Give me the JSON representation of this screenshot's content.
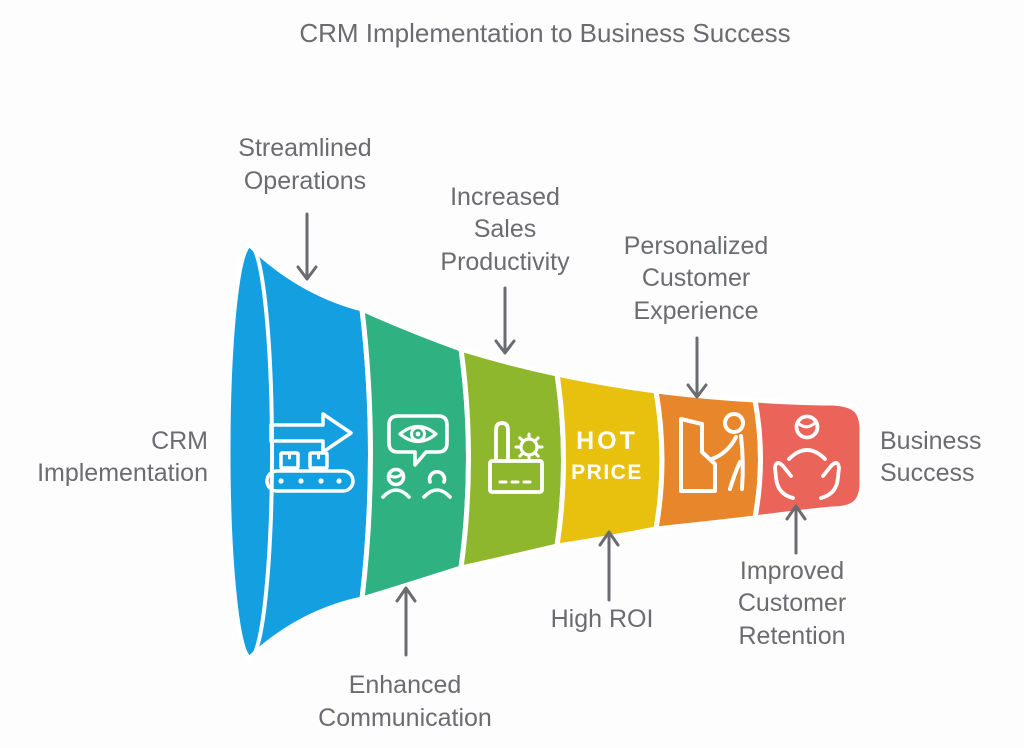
{
  "title": "CRM Implementation to Business Success",
  "colors": {
    "background": "#fdfdfd",
    "text_gray": "#6b6c70",
    "arrow_gray": "#6b6c70",
    "separator_white": "#ffffff"
  },
  "funnel": {
    "input_label": {
      "line1": "CRM",
      "line2": "Implementation"
    },
    "output_label": {
      "line1": "Business",
      "line2": "Success"
    },
    "segments": [
      {
        "label": "Streamlined Operations",
        "label_lines": [
          "Streamlined",
          "Operations"
        ],
        "label_position": "above",
        "color": "#149fe0",
        "icon": "conveyor-arrow-icon"
      },
      {
        "label": "Enhanced Communication",
        "label_lines": [
          "Enhanced",
          "Communication"
        ],
        "label_position": "below",
        "color": "#2fb181",
        "icon": "communication-eye-icon"
      },
      {
        "label": "Increased Sales Productivity",
        "label_lines": [
          "Increased",
          "Sales",
          "Productivity"
        ],
        "label_position": "above",
        "color": "#8fb72e",
        "icon": "factory-icon"
      },
      {
        "label": "High ROI",
        "label_lines": [
          "High ROI"
        ],
        "label_position": "below",
        "color": "#e7c10e",
        "icon": "hot-price-icon",
        "icon_text_line1": "HOT",
        "icon_text_line2": "PRICE"
      },
      {
        "label": "Personalized Customer Experience",
        "label_lines": [
          "Personalized",
          "Customer",
          "Experience"
        ],
        "label_position": "above",
        "color": "#e8862c",
        "icon": "person-at-kiosk-icon"
      },
      {
        "label": "Improved Customer Retention",
        "label_lines": [
          "Improved",
          "Customer",
          "Retention"
        ],
        "label_position": "below",
        "color": "#ea6459",
        "icon": "customer-care-hands-icon"
      }
    ]
  }
}
